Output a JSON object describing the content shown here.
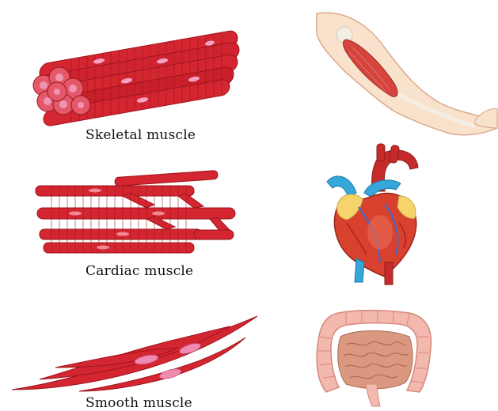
{
  "captions": {
    "skeletal": "Skeletal muscle",
    "cardiac": "Cardiac muscle",
    "smooth": "Smooth muscle"
  },
  "colors": {
    "muscle_red": "#d32630",
    "muscle_dark": "#a8161f",
    "muscle_highlight": "#f08a92",
    "nucleus_pink": "#f4a3c3",
    "skin": "#f9e2cc",
    "skin_outline": "#d9a98a",
    "bone": "#f4efe4",
    "vessel_blue": "#35a7d8",
    "fat_yellow": "#f5d46b",
    "heart_red": "#d8412e",
    "intestine_pink": "#f3b8ae",
    "intestine_tan": "#d9987f"
  },
  "icons": {
    "arm": "arm-muscle-icon",
    "heart": "heart-organ-icon",
    "intestine": "intestine-organ-icon"
  }
}
